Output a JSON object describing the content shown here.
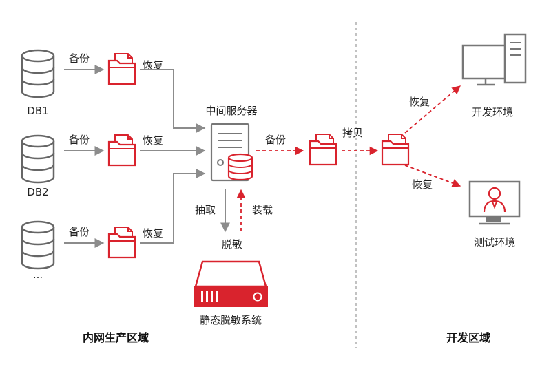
{
  "labels": {
    "db1": "DB1",
    "db2": "DB2",
    "db_more": "...",
    "backup": "备份",
    "restore": "恢复",
    "middle_server": "中间服务器",
    "copy": "拷贝",
    "extract": "抽取",
    "load": "装载",
    "desensitize": "脱敏",
    "static_system": "静态脱敏系统",
    "dev_env": "开发环境",
    "test_env": "测试环境",
    "zone_internal": "内网生产区域",
    "zone_dev": "开发区域"
  },
  "colors": {
    "accent": "#d9232d",
    "gray": "#8c8c8c",
    "dark_gray": "#666666",
    "text": "#222222"
  },
  "icons": {
    "database": "database-icon",
    "folder": "folder-document-icon",
    "server": "server-icon",
    "appliance": "hardware-appliance-icon",
    "desktop": "desktop-computer-icon",
    "monitor_user": "monitor-user-icon"
  }
}
